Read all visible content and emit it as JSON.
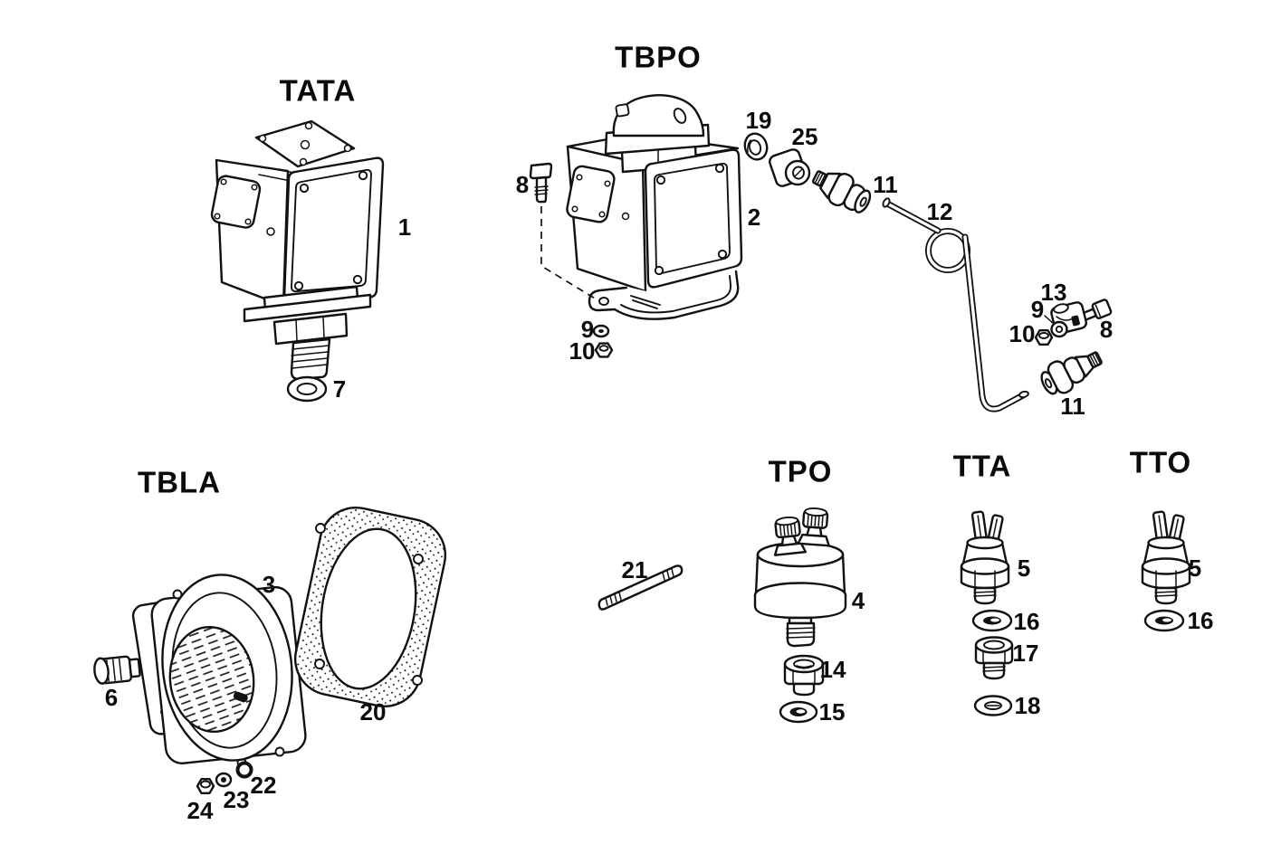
{
  "document": {
    "kind": "exploded-parts-diagram",
    "background_color": "#ffffff",
    "ink_color": "#111111"
  },
  "groups": [
    {
      "code": "TATA",
      "parts": [
        "1",
        "7"
      ]
    },
    {
      "code": "TBPO",
      "parts": [
        "8",
        "2",
        "19",
        "25",
        "11",
        "12",
        "9",
        "10",
        "13",
        "9",
        "10",
        "8",
        "11"
      ]
    },
    {
      "code": "TBLA",
      "parts": [
        "3",
        "6",
        "20",
        "22",
        "23",
        "24"
      ]
    },
    {
      "code": "TPO",
      "parts": [
        "21",
        "4",
        "14",
        "15"
      ]
    },
    {
      "code": "TTA",
      "parts": [
        "5",
        "16",
        "17",
        "18"
      ]
    },
    {
      "code": "TTO",
      "parts": [
        "5",
        "16"
      ]
    }
  ]
}
